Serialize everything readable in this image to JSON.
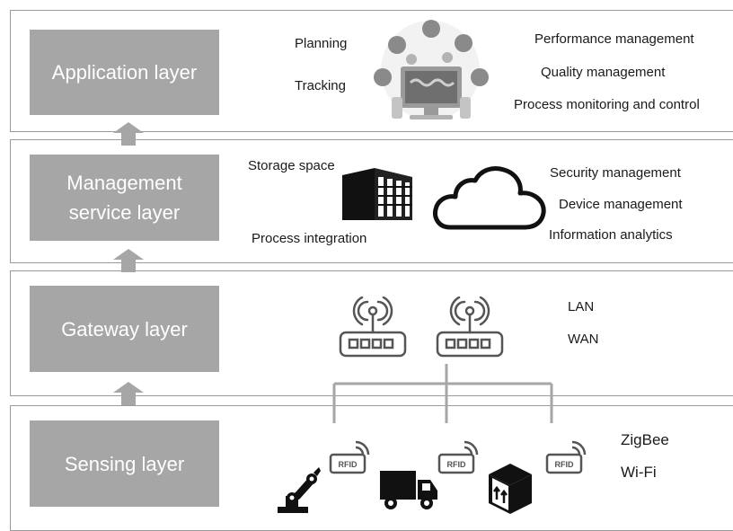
{
  "layers": {
    "application": {
      "title": "Application layer",
      "left_items": [
        "Planning",
        "Tracking"
      ],
      "right_items": [
        "Performance management",
        "Quality management",
        "Process monitoring and control"
      ]
    },
    "management": {
      "title_line1": "Management",
      "title_line2": "service layer",
      "left_items": [
        "Storage space",
        "Process integration"
      ],
      "right_items": [
        "Security management",
        "Device management",
        "Information analytics"
      ]
    },
    "gateway": {
      "title": "Gateway layer",
      "right_items": [
        "LAN",
        "WAN"
      ]
    },
    "sensing": {
      "title": "Sensing layer",
      "right_items": [
        "ZigBee",
        "Wi-Fi"
      ]
    }
  },
  "rfid_tag_label": "RFID",
  "colors": {
    "layer_box": "#a6a6a6",
    "arrow": "#a6a6a6",
    "border": "#9a9a9a",
    "device_stroke": "#555555",
    "connector": "#a6a6a6"
  },
  "icons": {
    "application": "dashboard-monitor-icon",
    "storage": "server-rack-icon",
    "cloud": "cloud-icon",
    "router": "wireless-router-icon",
    "rfid": "rfid-tag-icon",
    "robot": "robot-arm-icon",
    "truck": "delivery-truck-icon",
    "package": "package-box-icon"
  }
}
